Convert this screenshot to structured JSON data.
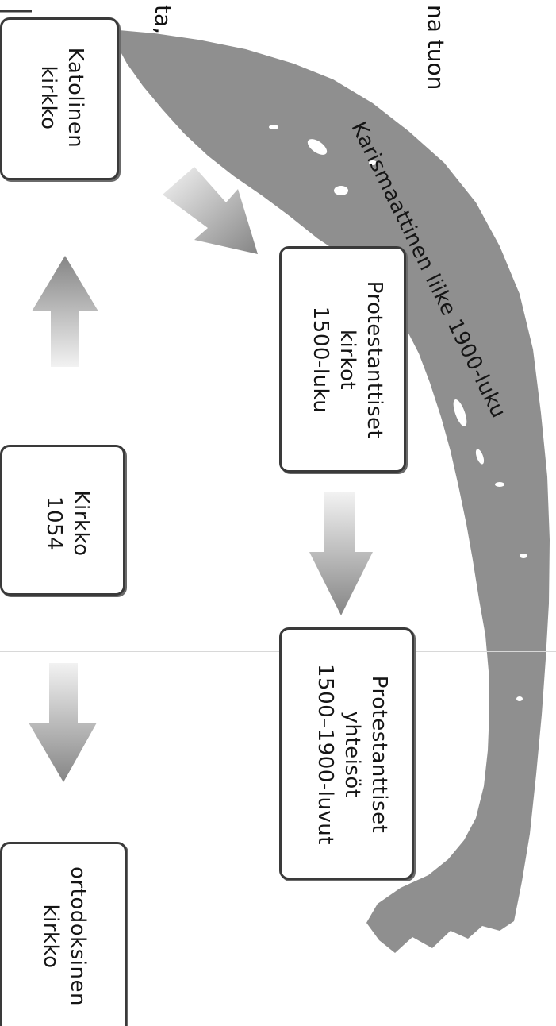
{
  "fragments": {
    "top_left": "ta,",
    "top_right": "na tuon"
  },
  "band": {
    "label": "Karismaattinen liike 1900-luku"
  },
  "boxes": {
    "catholic": "Katolinen\nkirkko",
    "protestant_churches": "Protestanttiset\nkirkot\n1500-luku",
    "church_1054": "Kirkko\n1054",
    "protestant_communities": "Protestanttiset\nyhteisöt\n1500–1900-luvut",
    "orthodox": "ortodoksinen\nkirkko"
  },
  "colors": {
    "band": "#8f8f8f",
    "arrow_dark": "#8a8a8a",
    "arrow_light": "#f0f0f0",
    "box_border": "#3a3a3a"
  },
  "arrows": [
    {
      "name": "arrow-catholic-to-protestant",
      "direction": "down"
    },
    {
      "name": "arrow-church-to-catholic",
      "direction": "up"
    },
    {
      "name": "arrow-protestant-to-communities",
      "direction": "down"
    },
    {
      "name": "arrow-church-to-orthodox",
      "direction": "down"
    }
  ]
}
